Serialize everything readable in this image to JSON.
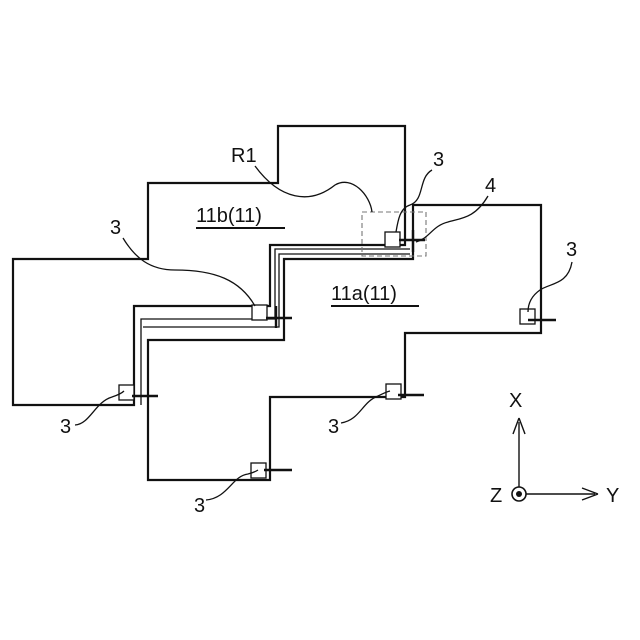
{
  "labels": {
    "region_b": "11b(11)",
    "region_a": "11a(11)",
    "region_r1": "R1",
    "part_3": "3",
    "part_4": "4"
  },
  "axes": {
    "x": "X",
    "y": "Y",
    "z": "Z"
  }
}
